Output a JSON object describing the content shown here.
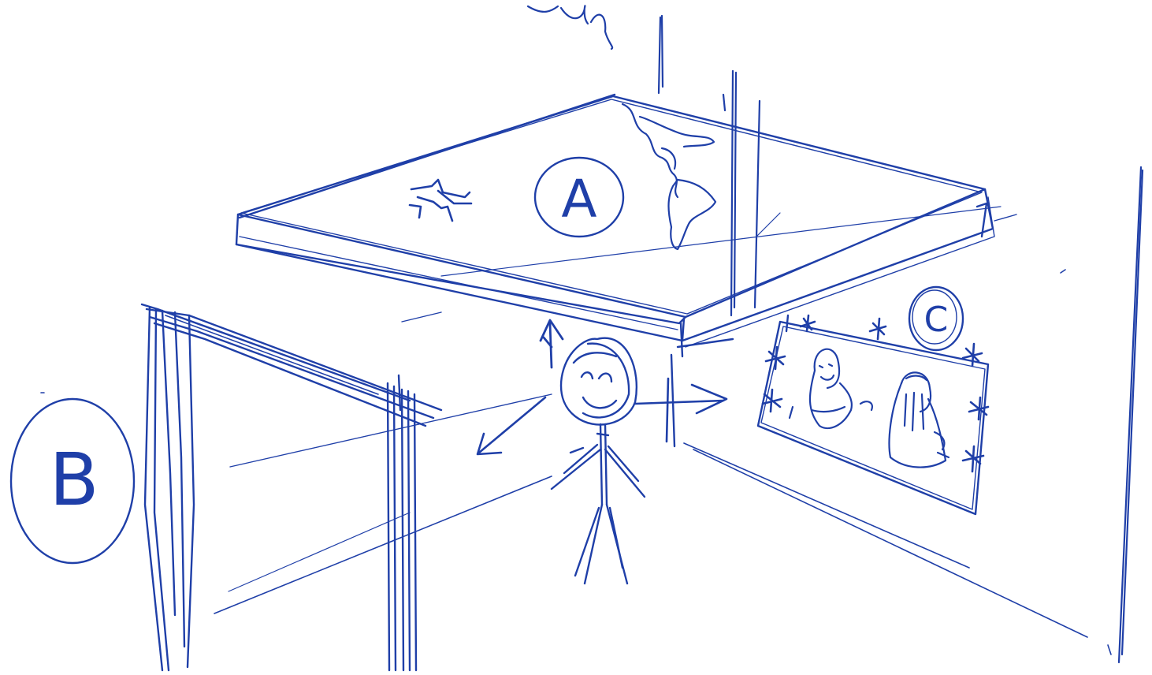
{
  "sketch": {
    "ink_color": "#1f3fa8",
    "paper_color": "#ffffff",
    "labels": {
      "a": "A",
      "b": "B",
      "c": "C"
    },
    "top_scribble": "Jar"
  }
}
